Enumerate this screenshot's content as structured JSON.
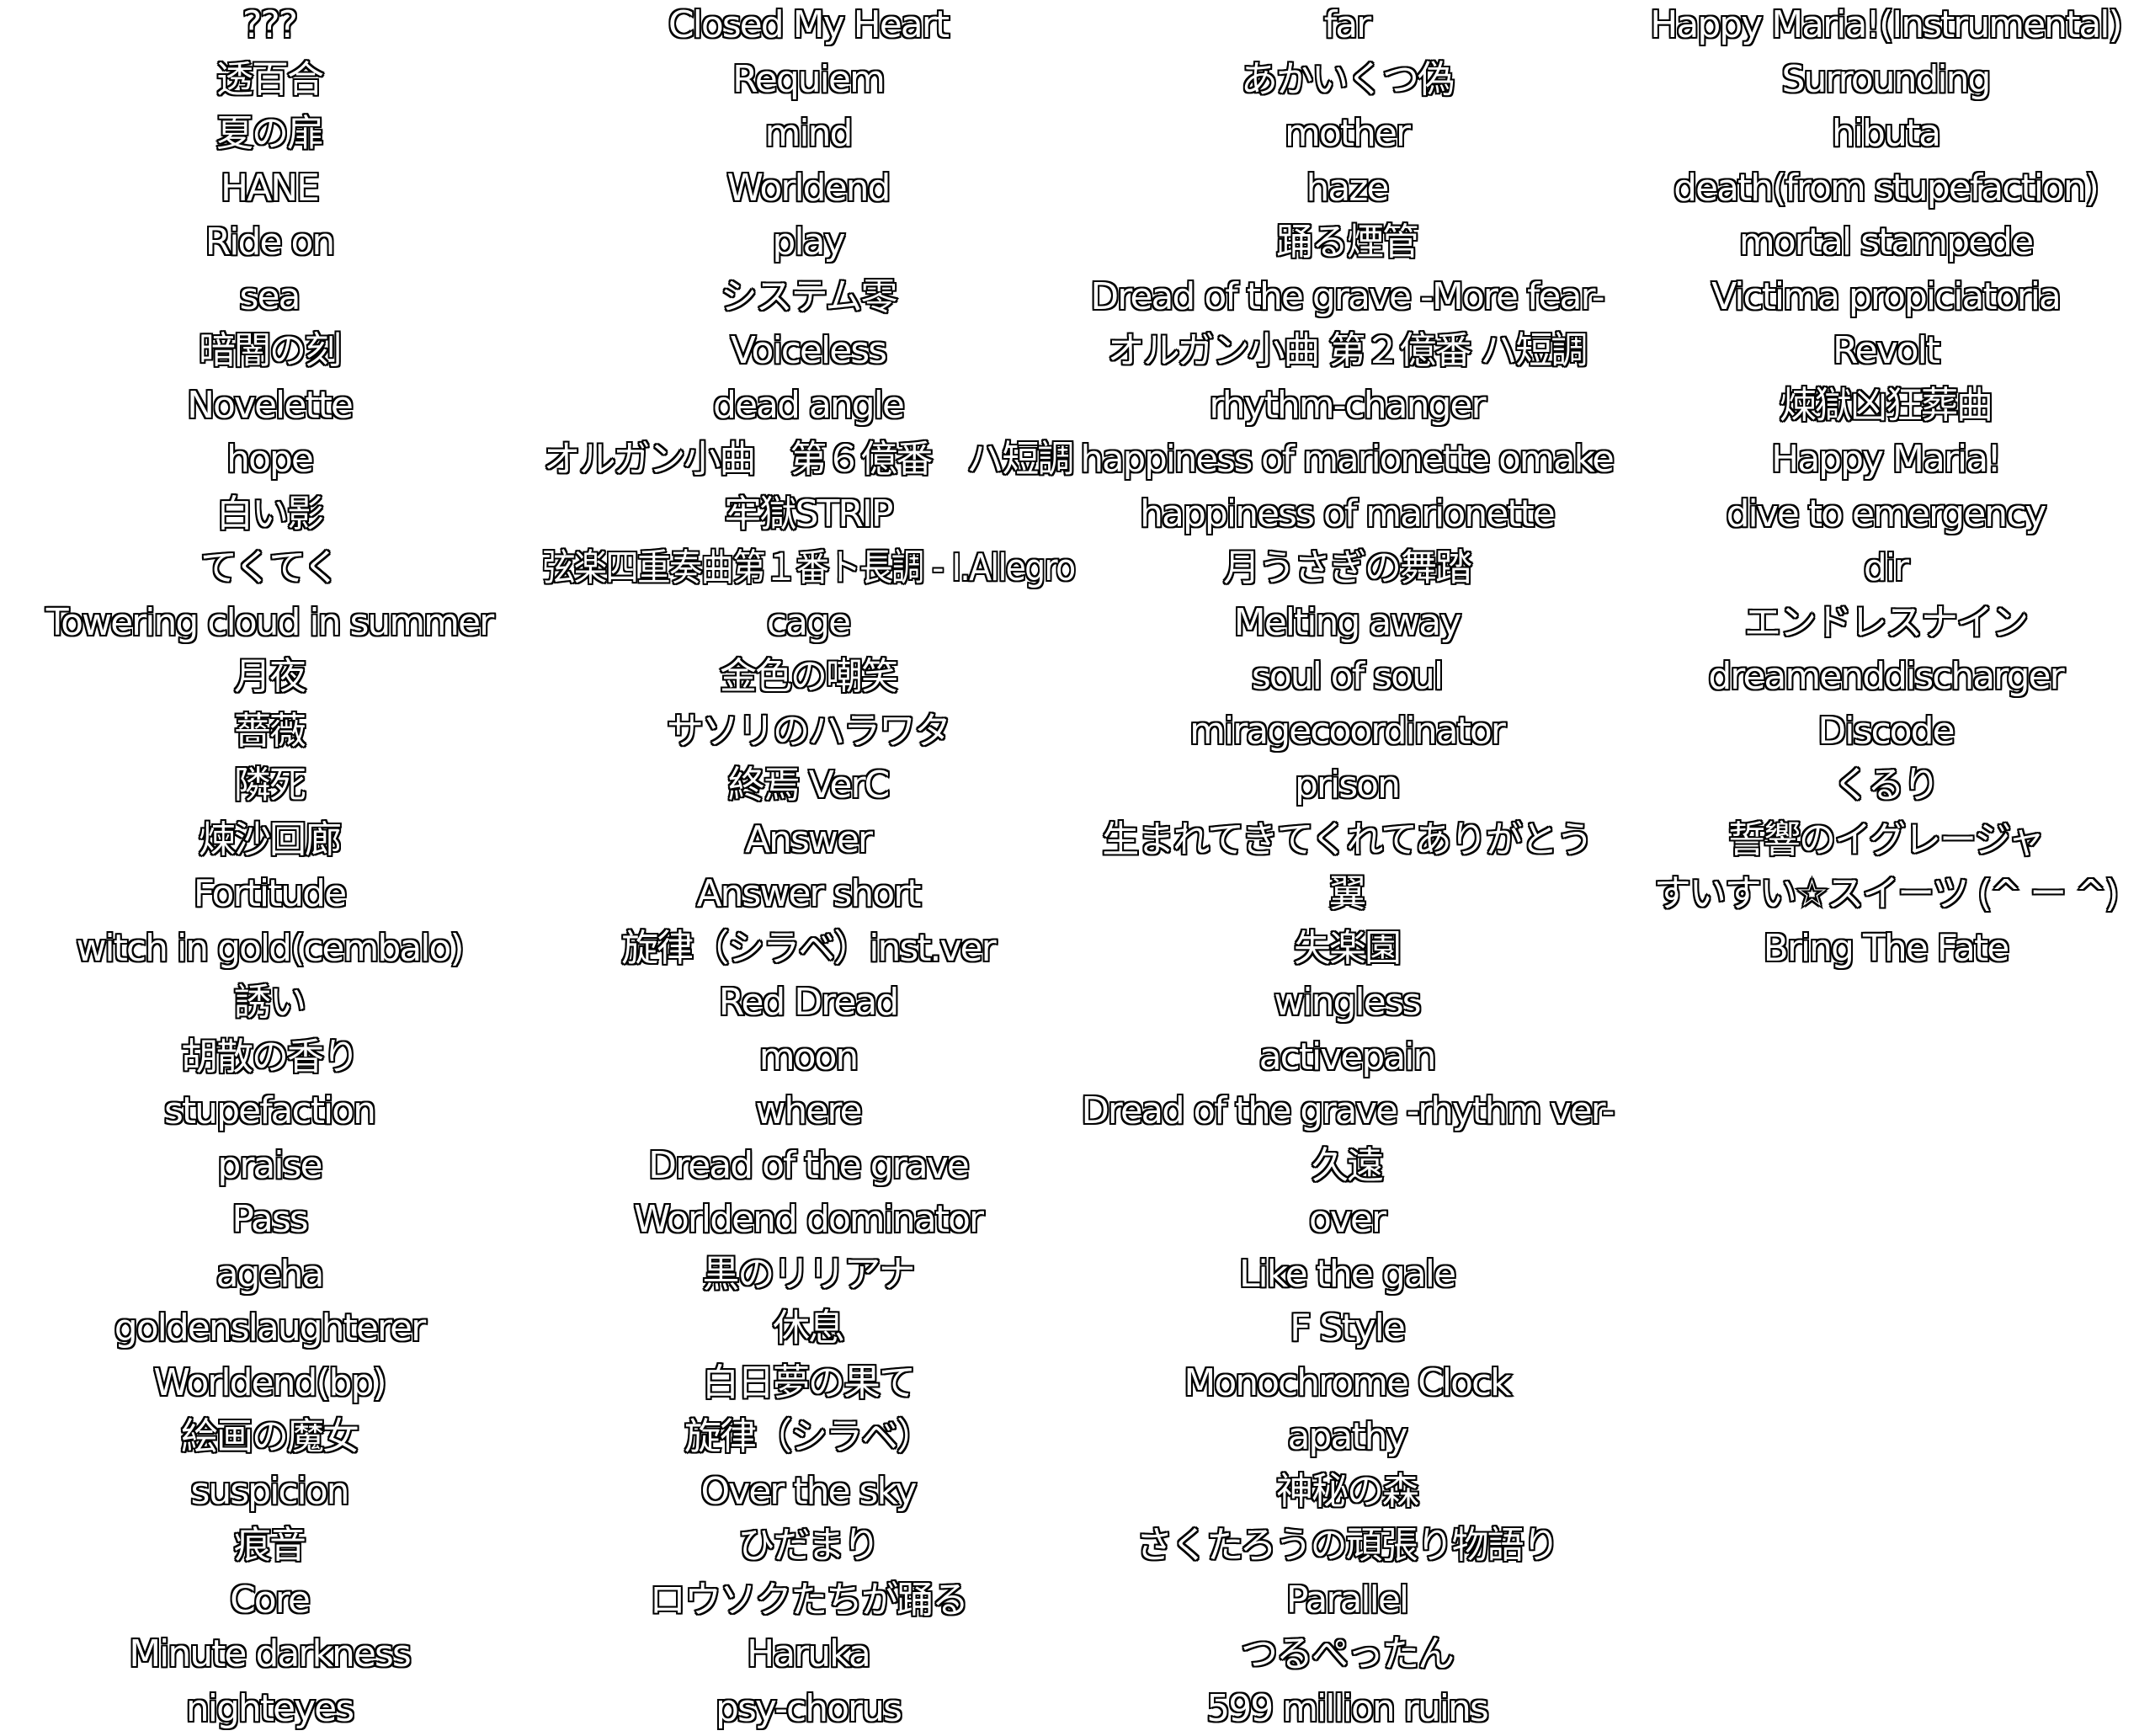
{
  "colors": {
    "background": "#ffffff",
    "text_fill": "#ffffff",
    "text_outline": "#000000"
  },
  "columns": [
    {
      "tracks": [
        "???",
        "透百合",
        "夏の扉",
        "HANE",
        "Ride on",
        "sea",
        "暗闇の刻",
        "Novelette",
        "hope",
        "白い影",
        "てくてく",
        "Towering cloud in summer",
        "月夜",
        "薔薇",
        "隣死",
        "煉沙回廊",
        "Fortitude",
        "witch in gold(cembalo)",
        "誘い",
        "胡散の香り",
        "stupefaction",
        "praise",
        "Pass",
        "ageha",
        "goldenslaughterer",
        "Worldend(bp)",
        "絵画の魔女",
        "suspicion",
        "痕音",
        "Core",
        "Minute darkness",
        "nighteyes"
      ]
    },
    {
      "tracks": [
        "Closed My Heart",
        "Requiem",
        "mind",
        "Worldend",
        "play",
        "システム零",
        "Voiceless",
        "dead angle",
        "オルガン小曲　第６億番　ハ短調",
        "牢獄STRIP",
        "弦楽四重奏曲第１番ト長調 - I.Allegro",
        "cage",
        "金色の嘲笑",
        "サソリのハラワタ",
        "終焉 VerC",
        "Answer",
        "Answer short",
        "旋律（シラベ）inst.ver",
        "Red Dread",
        "moon",
        "where",
        "Dread of the grave",
        "Worldend dominator",
        "黒のリリアナ",
        "休息",
        "白日夢の果て",
        "旋律（シラベ）",
        "Over the sky",
        "ひだまり",
        "ロウソクたちが踊る",
        "Haruka",
        "psy-chorus"
      ]
    },
    {
      "tracks": [
        "far",
        "あかいくつ偽",
        "mother",
        "haze",
        "踊る煙管",
        "Dread of the grave -More fear-",
        "オルガン小曲 第２億番 ハ短調",
        "rhythm-changer",
        "happiness of  marionette omake",
        "happiness of marionette",
        "月うさぎの舞踏",
        "Melting away",
        "soul of soul",
        "miragecoordinator",
        "prison",
        "生まれてきてくれてありがとう",
        "翼",
        "失楽園",
        "wingless",
        "activepain",
        "Dread of the grave -rhythm ver-",
        "久遠",
        "over",
        "Like the gale",
        "F Style",
        "Monochrome Clock",
        "apathy",
        "神秘の森",
        "さくたろうの頑張り物語り",
        "Parallel",
        "つるぺったん",
        "599 million ruins"
      ]
    },
    {
      "tracks": [
        "Happy Maria!(Instrumental)",
        "Surrounding",
        "hibuta",
        "death(from stupefaction)",
        "mortal stampede",
        "Victima  propiciatoria",
        "Revolt",
        "煉獄凶狂葬曲",
        "Happy Maria!",
        "dive to emergency",
        "dir",
        "エンドレスナイン",
        "dreamenddischarger",
        "Discode",
        "くるり",
        "誓響のイグレージャ",
        "すいすい☆スイーツ (^ ー ^)",
        "Bring The Fate"
      ]
    }
  ]
}
